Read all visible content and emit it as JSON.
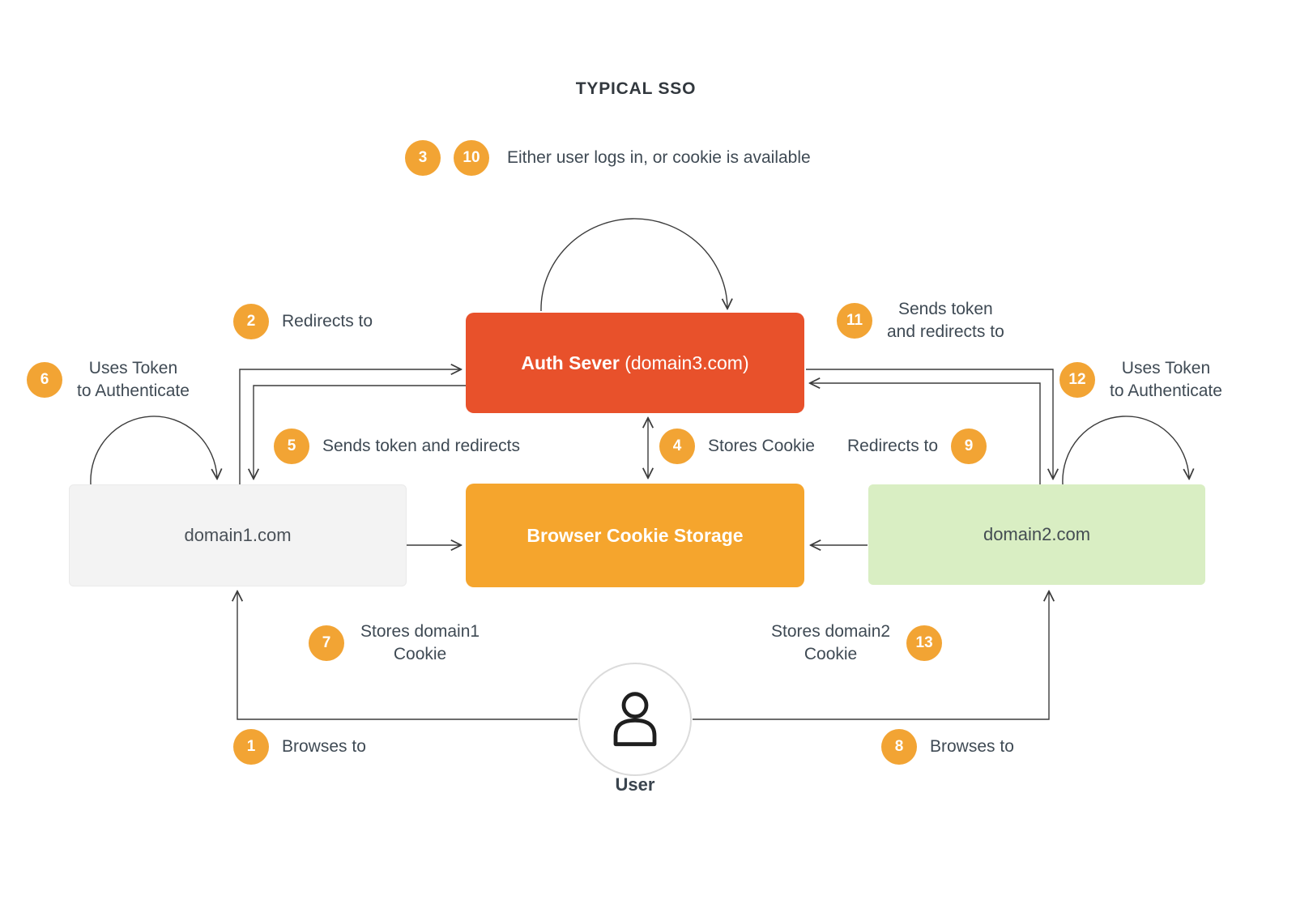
{
  "title": "TYPICAL SSO",
  "colors": {
    "badge_orange": "#F2A434",
    "auth_red": "#E8512B",
    "storage_orange": "#F5A52D",
    "domain1_gray": "#F3F3F3",
    "domain2_green": "#D9EEC3",
    "label_text": "#3F4A54",
    "line": "#3B3B3B"
  },
  "nodes": {
    "auth_server": {
      "name": "Auth Sever",
      "domain": "(domain3.com)"
    },
    "browser_storage": {
      "label": "Browser Cookie Storage"
    },
    "domain1": {
      "label": "domain1.com"
    },
    "domain2": {
      "label": "domain2.com"
    },
    "user": {
      "label": "User"
    }
  },
  "steps": {
    "s1": {
      "num": "1",
      "label": "Browses to"
    },
    "s2": {
      "num": "2",
      "label": "Redirects to"
    },
    "s3": {
      "num": "3"
    },
    "s4": {
      "num": "4",
      "label": "Stores Cookie"
    },
    "s5": {
      "num": "5",
      "label": "Sends token and redirects"
    },
    "s6": {
      "num": "6",
      "line1": "Uses Token",
      "line2": "to Authenticate"
    },
    "s7": {
      "num": "7",
      "line1": "Stores domain1",
      "line2": "Cookie"
    },
    "s8": {
      "num": "8",
      "label": "Browses to"
    },
    "s9": {
      "num": "9",
      "label": "Redirects to"
    },
    "s10": {
      "num": "10",
      "label": "Either user logs in, or cookie is available"
    },
    "s11": {
      "num": "11",
      "line1": "Sends token",
      "line2": "and redirects to"
    },
    "s12": {
      "num": "12",
      "line1": "Uses Token",
      "line2": "to Authenticate"
    },
    "s13": {
      "num": "13",
      "line1": "Stores domain2",
      "line2": "Cookie"
    }
  }
}
